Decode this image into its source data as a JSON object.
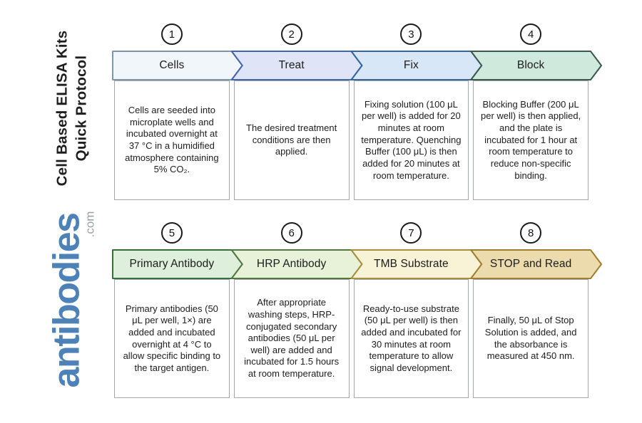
{
  "page": {
    "background": "#ffffff"
  },
  "sidebar": {
    "title_line1": "Cell Based ELISA Kits",
    "title_line2": "Quick Protocol",
    "logo_text": "antibodies",
    "logo_tld": ".com",
    "logo_color": "#4d82b8",
    "logo_tld_color": "#9aa0a4",
    "title_color": "#1e1e1e"
  },
  "steps": [
    {
      "number": "1",
      "label": "Cells",
      "fill": "#f0f6fa",
      "stroke": "#8096a8",
      "description": "Cells are seeded into microplate wells and incubated overnight at 37 °C in a humidified atmosphere containing 5% CO₂."
    },
    {
      "number": "2",
      "label": "Treat",
      "fill": "#dfe5f7",
      "stroke": "#4166ae",
      "description": "The desired treatment conditions are then applied."
    },
    {
      "number": "3",
      "label": "Fix",
      "fill": "#d8e7f7",
      "stroke": "#36649f",
      "description": "Fixing solution (100 μL per well) is added for 20 minutes at room temperature. Quenching Buffer (100 μL) is then added for 20 minutes at room temperature."
    },
    {
      "number": "4",
      "label": "Block",
      "fill": "#cfeadd",
      "stroke": "#3a594e",
      "description": "Blocking Buffer (200 μL per well) is then applied, and the plate is incubated for 1 hour at room temperature to reduce non-specific binding."
    },
    {
      "number": "5",
      "label": "Primary Antibody",
      "fill": "#def0db",
      "stroke": "#366f3c",
      "description": "Primary antibodies (50 μL per well, 1×) are added and incubated overnight at 4 °C to allow specific binding to the target antigen."
    },
    {
      "number": "6",
      "label": "HRP Antibody",
      "fill": "#e7f2d9",
      "stroke": "#52773f",
      "description": "After appropriate washing steps, HRP-conjugated secondary antibodies (50 μL per well) are added and incubated for 1.5 hours at room temperature."
    },
    {
      "number": "7",
      "label": "TMB Substrate",
      "fill": "#f8f3d6",
      "stroke": "#a98f3c",
      "description": "Ready-to-use substrate (50 μL per well) is then added and incubated for 30 minutes at room temperature to allow signal development."
    },
    {
      "number": "8",
      "label": "STOP and Read",
      "fill": "#ecdbac",
      "stroke": "#a17e2e",
      "description": "Finally, 50 μL of Stop Solution is added, and the absorbance is measured at 450 nm."
    }
  ]
}
